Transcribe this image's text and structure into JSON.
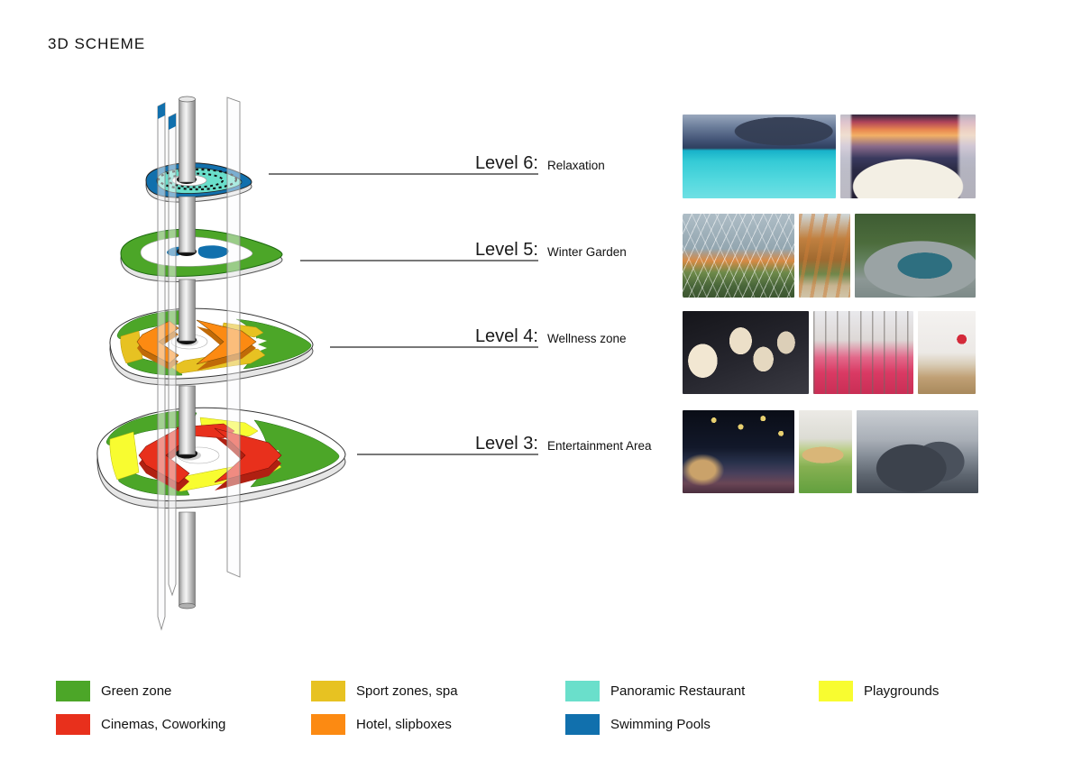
{
  "header": {
    "title": "3D SCHEME"
  },
  "diagram": {
    "levels": [
      {
        "label": "Level 6:",
        "name": "Relaxation"
      },
      {
        "label": "Level 5:",
        "name": "Winter Garden"
      },
      {
        "label": "Level 4:",
        "name": "Wellness zone"
      },
      {
        "label": "Level 3:",
        "name": "Entertainment Area"
      }
    ]
  },
  "legend": [
    {
      "label": "Green zone",
      "color": "#4CA628"
    },
    {
      "label": "Cinemas, Coworking",
      "color": "#E8301C"
    },
    {
      "label": "Sport zones, spa",
      "color": "#E7C222"
    },
    {
      "label": "Hotel, slipboxes",
      "color": "#FC8A12"
    },
    {
      "label": "Panoramic Restaurant",
      "color": "#6ADFCB"
    },
    {
      "label": "Swimming Pools",
      "color": "#1170AD"
    },
    {
      "label": "Playgrounds",
      "color": "#F8FC30"
    }
  ],
  "photos": {
    "rows": [
      {
        "level": "Level 6",
        "items": [
          {
            "name": "infinity-pool-sea-view",
            "desc": "Infinity pool with sea and island view"
          },
          {
            "name": "restaurant-table-sunset",
            "desc": "Panoramic restaurant table at sunset"
          }
        ]
      },
      {
        "level": "Level 5",
        "items": [
          {
            "name": "winter-garden-dome",
            "desc": "Winter garden under glass lattice dome"
          },
          {
            "name": "garden-walkway",
            "desc": "Timber arch garden walkway"
          },
          {
            "name": "natural-stone-pool",
            "desc": "Natural stone pool surrounded by greenery"
          }
        ]
      },
      {
        "level": "Level 4",
        "items": [
          {
            "name": "capsule-hotel-pods",
            "desc": "Capsule hotel sleeping pods"
          },
          {
            "name": "net-trampoline",
            "desc": "People playing on red net structure"
          },
          {
            "name": "minimal-bedroom",
            "desc": "Minimalist bedroom with red lamp"
          }
        ]
      },
      {
        "level": "Level 3",
        "items": [
          {
            "name": "cinema-3d",
            "desc": "Audience wearing 3D glasses in cinema"
          },
          {
            "name": "indoor-playground",
            "desc": "Indoor children playground with turf"
          },
          {
            "name": "coworking-lounge",
            "desc": "Modern coworking lounge interior"
          }
        ]
      }
    ]
  }
}
